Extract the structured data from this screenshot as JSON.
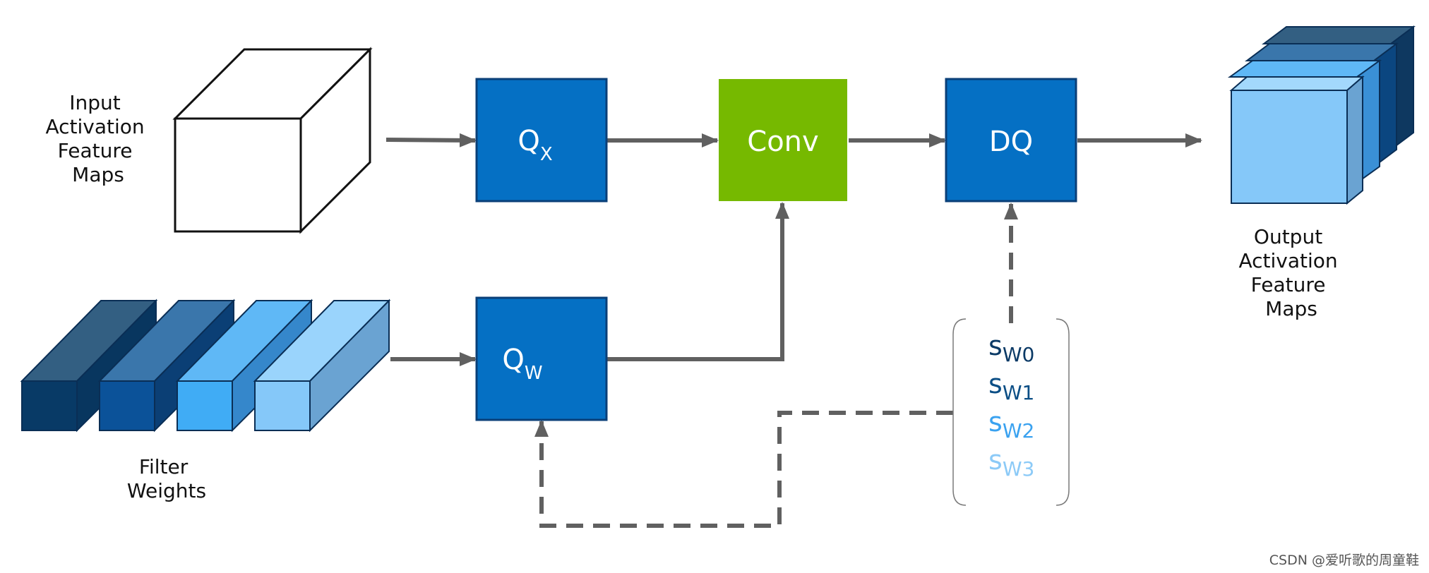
{
  "input_label": [
    "Input",
    "Activation",
    "Feature",
    "Maps"
  ],
  "filter_label": [
    "Filter",
    "Weights"
  ],
  "output_label": [
    "Output",
    "Activation",
    "Feature",
    "Maps"
  ],
  "qx": {
    "main": "Q",
    "sub": "X"
  },
  "qw": {
    "main": "Q",
    "sub": "W"
  },
  "conv": "Conv",
  "dq": "DQ",
  "scales": [
    {
      "main": "s",
      "sub": "W0",
      "color": "#0b3a66"
    },
    {
      "main": "s",
      "sub": "W1",
      "color": "#0b4e85"
    },
    {
      "main": "s",
      "sub": "W2",
      "color": "#3aa2f0"
    },
    {
      "main": "s",
      "sub": "W3",
      "color": "#8ccaf7"
    }
  ],
  "watermark": "CSDN @爱听歌的周童鞋",
  "colors": {
    "q_box": "#0570c4",
    "conv_box": "#76b900",
    "dq_box": "#0570c4",
    "arrow": "#606060"
  }
}
